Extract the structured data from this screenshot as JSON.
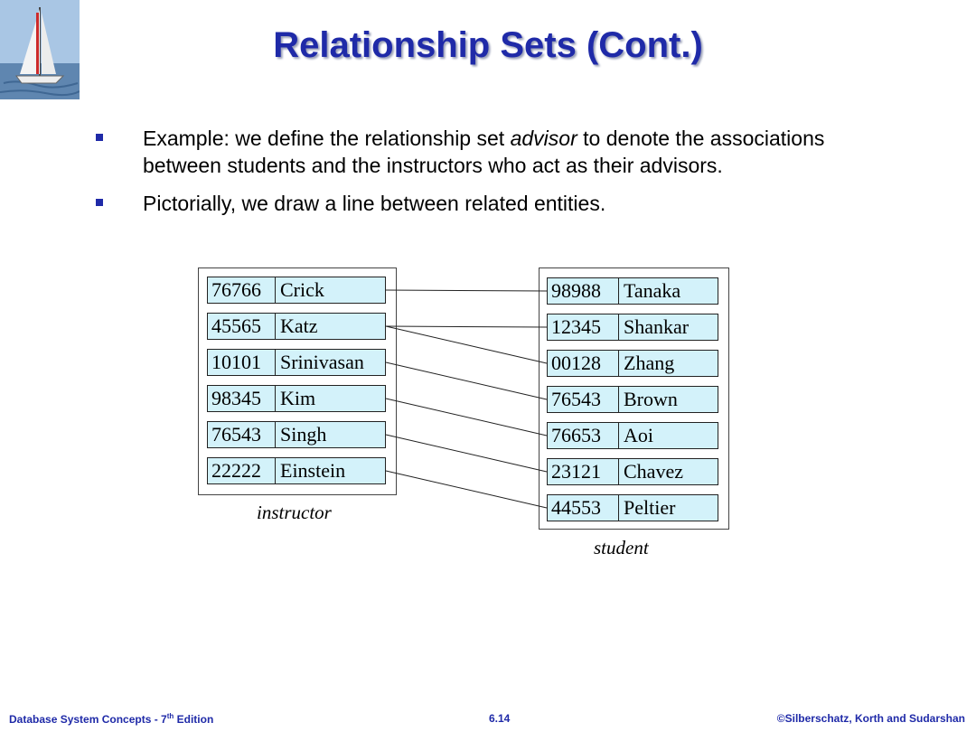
{
  "slide": {
    "title": "Relationship Sets (Cont.)",
    "bullet1_pre": "Example: we define the relationship set ",
    "bullet1_em": "advisor",
    "bullet1_post": " to denote the associations between students and the instructors who act as their advisors.",
    "bullet2": "Pictorially, we draw a line between related entities."
  },
  "instructor": {
    "caption": "instructor",
    "rows": [
      {
        "id": "76766",
        "name": "Crick"
      },
      {
        "id": "45565",
        "name": "Katz"
      },
      {
        "id": "10101",
        "name": "Srinivasan"
      },
      {
        "id": "98345",
        "name": "Kim"
      },
      {
        "id": "76543",
        "name": "Singh"
      },
      {
        "id": "22222",
        "name": "Einstein"
      }
    ]
  },
  "student": {
    "caption": "student",
    "rows": [
      {
        "id": "98988",
        "name": "Tanaka"
      },
      {
        "id": "12345",
        "name": "Shankar"
      },
      {
        "id": "00128",
        "name": "Zhang"
      },
      {
        "id": "76543",
        "name": "Brown"
      },
      {
        "id": "76653",
        "name": "Aoi"
      },
      {
        "id": "23121",
        "name": "Chavez"
      },
      {
        "id": "44553",
        "name": "Peltier"
      }
    ]
  },
  "advisor_links": [
    {
      "instructor": "76766",
      "student": "98988"
    },
    {
      "instructor": "45565",
      "student": "12345"
    },
    {
      "instructor": "45565",
      "student": "00128"
    },
    {
      "instructor": "10101",
      "student": "76543"
    },
    {
      "instructor": "98345",
      "student": "76653"
    },
    {
      "instructor": "76543",
      "student": "23121"
    },
    {
      "instructor": "22222",
      "student": "44553"
    }
  ],
  "footer": {
    "left_pre": "Database System Concepts - 7",
    "left_sup": "th",
    "left_post": " Edition",
    "center": "6.14",
    "right": "©Silberschatz, Korth and Sudarshan"
  },
  "colors": {
    "title": "#1f2aa8",
    "cell": "#d3f2fa",
    "footer": "#1f2aa8"
  }
}
